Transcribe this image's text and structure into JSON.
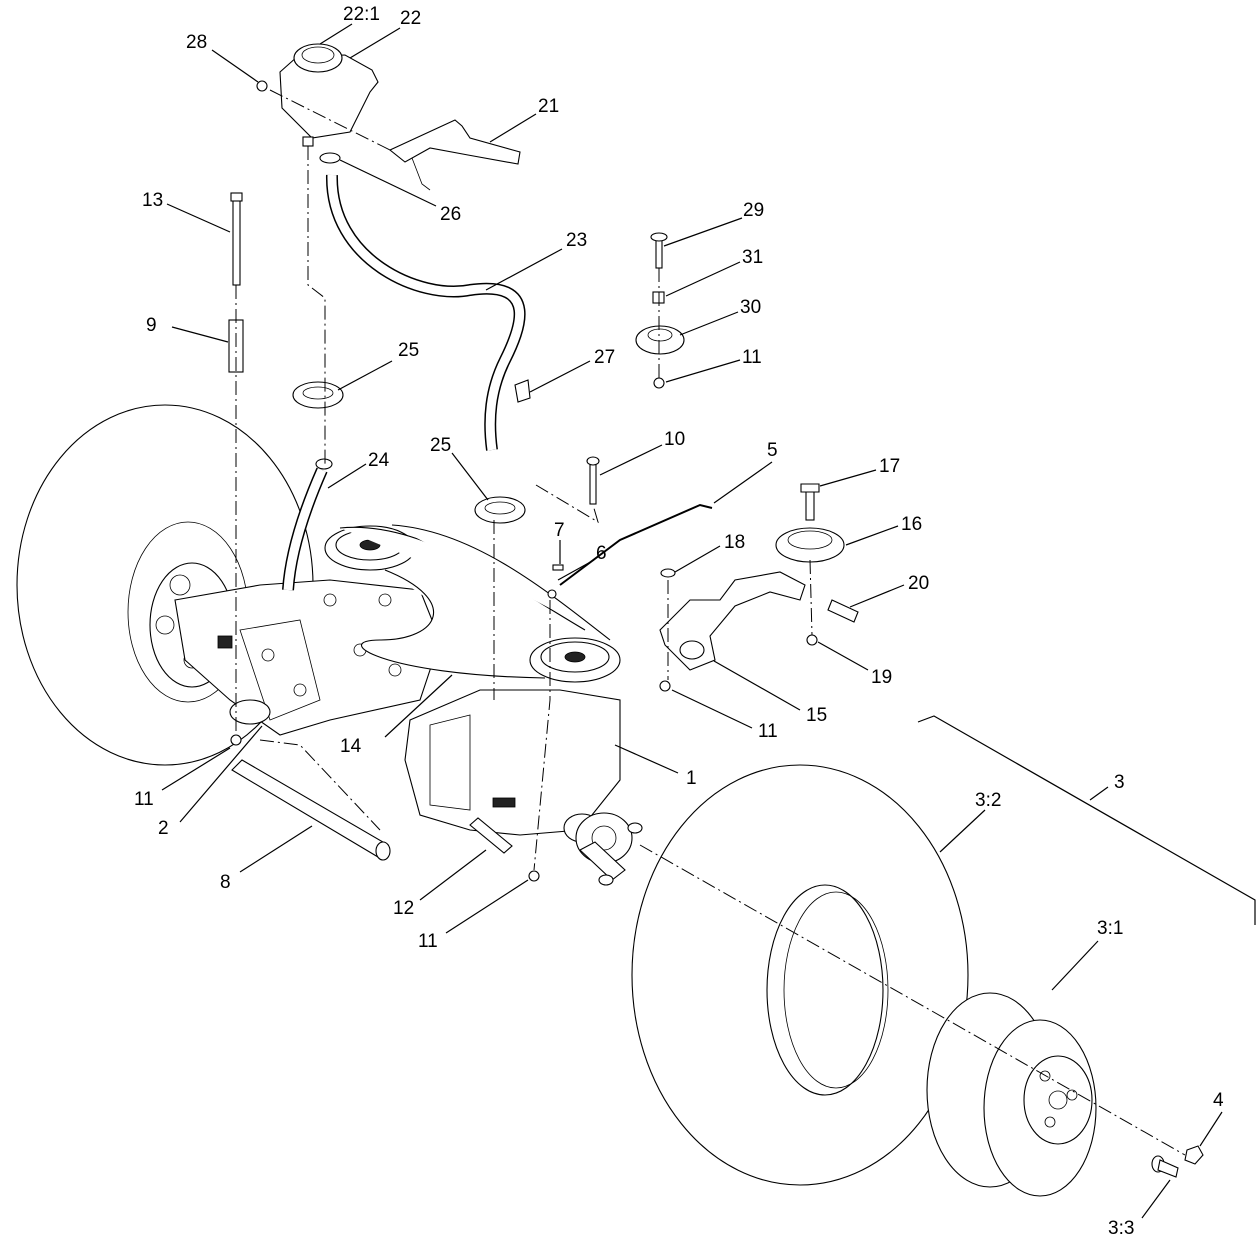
{
  "labels": [
    {
      "id": "22-1",
      "text": "22:1"
    },
    {
      "id": "22",
      "text": "22"
    },
    {
      "id": "28",
      "text": "28"
    },
    {
      "id": "21",
      "text": "21"
    },
    {
      "id": "26",
      "text": "26"
    },
    {
      "id": "13",
      "text": "13"
    },
    {
      "id": "23",
      "text": "23"
    },
    {
      "id": "29",
      "text": "29"
    },
    {
      "id": "31",
      "text": "31"
    },
    {
      "id": "30",
      "text": "30"
    },
    {
      "id": "9",
      "text": "9"
    },
    {
      "id": "25a",
      "text": "25"
    },
    {
      "id": "27",
      "text": "27"
    },
    {
      "id": "11a",
      "text": "11"
    },
    {
      "id": "10",
      "text": "10"
    },
    {
      "id": "25b",
      "text": "25"
    },
    {
      "id": "24",
      "text": "24"
    },
    {
      "id": "5",
      "text": "5"
    },
    {
      "id": "17",
      "text": "17"
    },
    {
      "id": "16",
      "text": "16"
    },
    {
      "id": "7",
      "text": "7"
    },
    {
      "id": "18",
      "text": "18"
    },
    {
      "id": "6",
      "text": "6"
    },
    {
      "id": "20",
      "text": "20"
    },
    {
      "id": "19",
      "text": "19"
    },
    {
      "id": "15",
      "text": "15"
    },
    {
      "id": "14",
      "text": "14"
    },
    {
      "id": "11b",
      "text": "11"
    },
    {
      "id": "1",
      "text": "1"
    },
    {
      "id": "3",
      "text": "3"
    },
    {
      "id": "11c",
      "text": "11"
    },
    {
      "id": "3-2",
      "text": "3:2"
    },
    {
      "id": "2",
      "text": "2"
    },
    {
      "id": "8",
      "text": "8"
    },
    {
      "id": "12",
      "text": "12"
    },
    {
      "id": "11d",
      "text": "11"
    },
    {
      "id": "3-1",
      "text": "3:1"
    },
    {
      "id": "4",
      "text": "4"
    },
    {
      "id": "3-3",
      "text": "3:3"
    }
  ]
}
